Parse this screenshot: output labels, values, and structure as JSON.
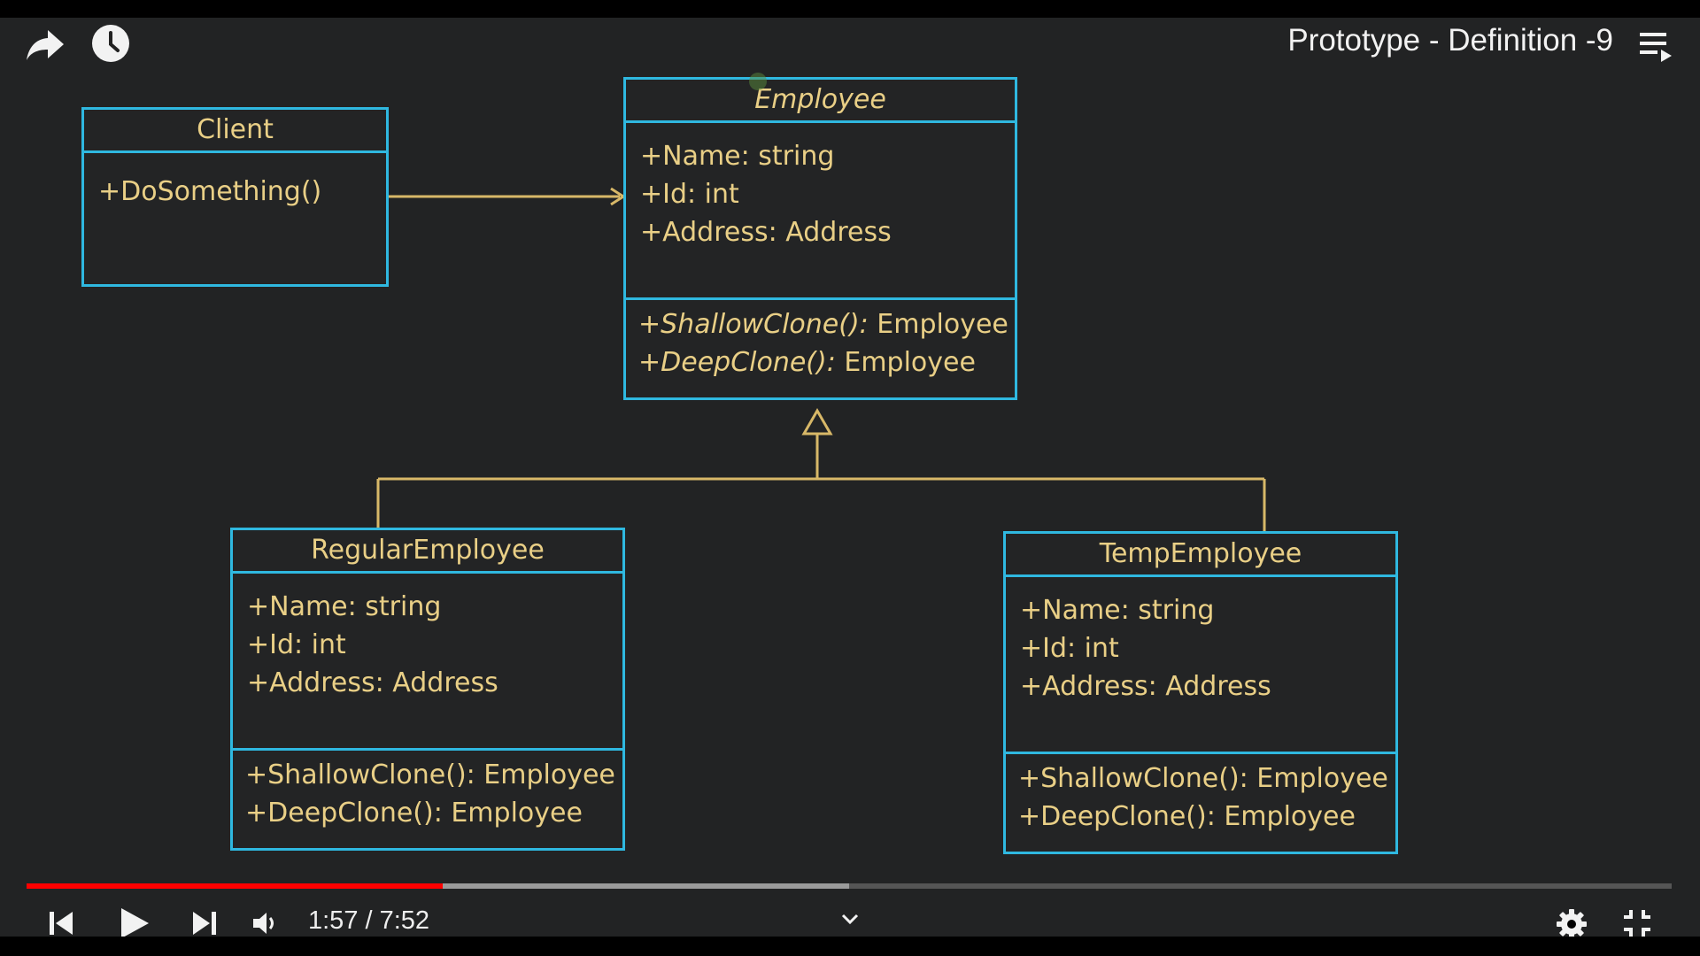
{
  "player": {
    "title": "Prototype - Definition -9",
    "time_display": "1:57 / 7:52",
    "progress": {
      "played_fraction": 0.253,
      "buffered_fraction": 0.5
    },
    "colors": {
      "played": "#ff0000",
      "buffered": "#9a9a9a",
      "track": "#555555"
    },
    "top_icons": [
      "share-icon",
      "watch-later-icon",
      "playlist-icon"
    ],
    "control_icons": [
      "previous-icon",
      "play-icon",
      "next-icon",
      "volume-icon",
      "chevron-down-icon",
      "settings-icon",
      "exit-fullscreen-icon"
    ]
  },
  "diagram": {
    "colors": {
      "box_border": "#2fb8e0",
      "text": "#e9cf86",
      "connector": "#d8b868",
      "background": "#222324"
    },
    "classes": {
      "client": {
        "name": "Client",
        "attributes": [],
        "methods": [
          "+DoSomething()"
        ]
      },
      "employee": {
        "name": "Employee",
        "attributes": [
          "+Name: string",
          "+Id: int",
          "+Address: Address"
        ],
        "methods": [
          {
            "sig": "+ShallowClone():",
            "ret": " Employee"
          },
          {
            "sig": "+DeepClone():",
            "ret": " Employee"
          }
        ]
      },
      "regular": {
        "name": "RegularEmployee",
        "attributes": [
          "+Name: string",
          "+Id: int",
          "+Address: Address"
        ],
        "methods": [
          "+ShallowClone(): Employee",
          "+DeepClone(): Employee"
        ]
      },
      "temp": {
        "name": "TempEmployee",
        "attributes": [
          "+Name: string",
          "+Id: int",
          "+Address: Address"
        ],
        "methods": [
          "+ShallowClone(): Employee",
          "+DeepClone(): Employee"
        ]
      }
    }
  }
}
